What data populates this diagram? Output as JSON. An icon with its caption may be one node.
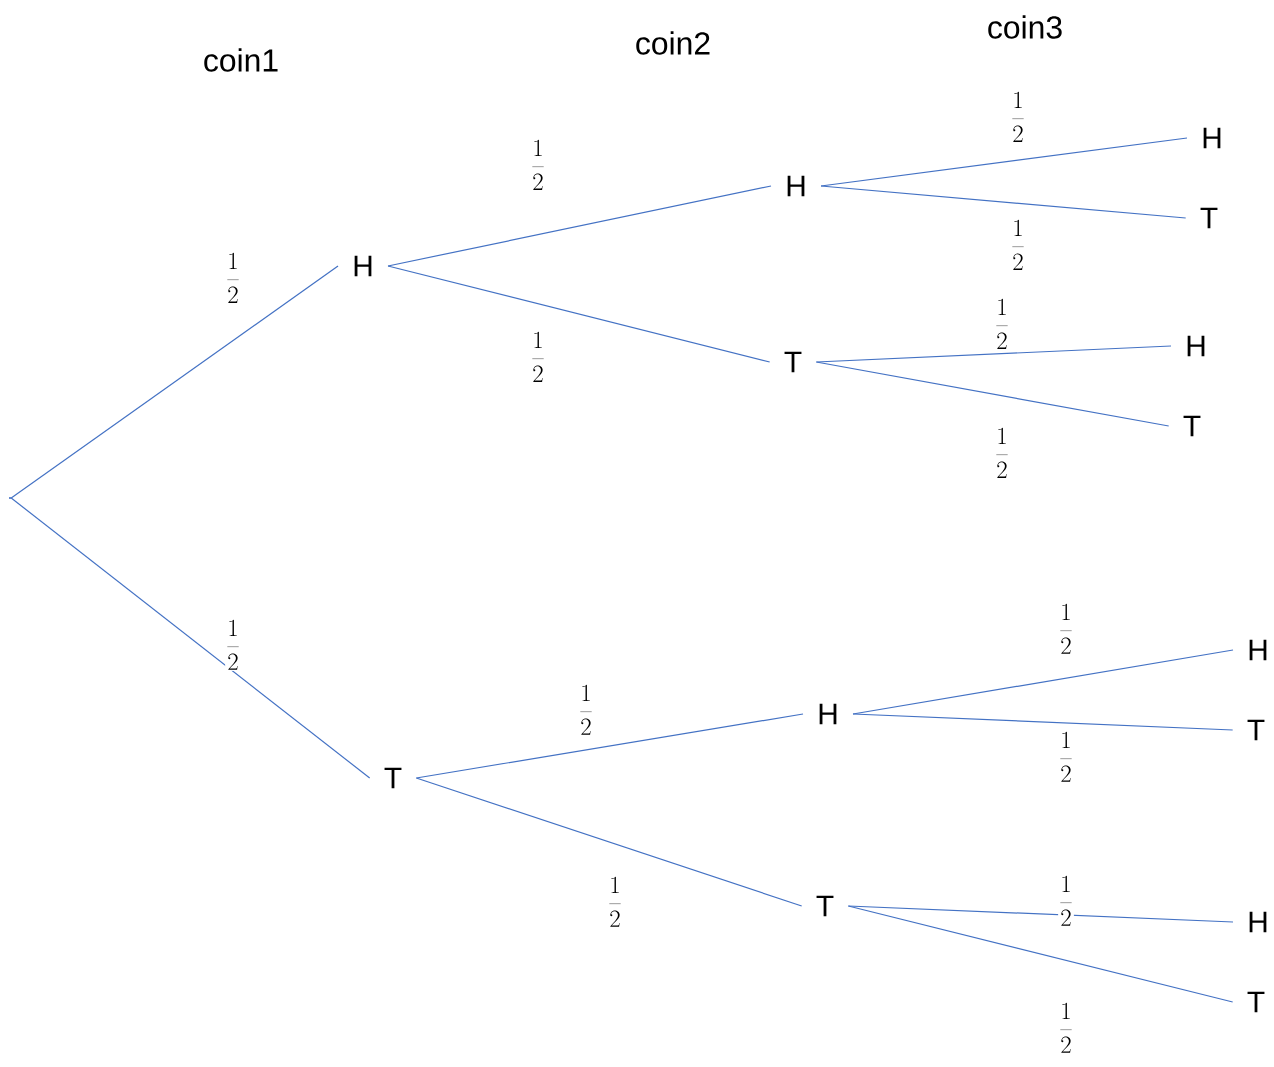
{
  "diagram": {
    "nodes": [
      {
        "text": [],
        "shape": "point"
      },
      {
        "text": [
          "H"
        ]
      },
      {
        "text": [
          "T"
        ]
      },
      {
        "text": [
          "H"
        ]
      },
      {
        "text": [
          "T"
        ]
      },
      {
        "text": [
          "H"
        ]
      },
      {
        "text": [
          "T"
        ]
      },
      {
        "text": [
          "H"
        ]
      },
      {
        "text": [
          "T"
        ]
      },
      {
        "text": [
          "H"
        ]
      },
      {
        "text": [
          "T"
        ]
      },
      {
        "text": [
          "H"
        ]
      },
      {
        "text": [
          "T"
        ]
      },
      {
        "text": [
          "H"
        ]
      },
      {
        "text": [
          "T"
        ]
      }
    ],
    "edges": [
      {
        "from": 0,
        "to": 1,
        "arrow": "none",
        "label": "\\frac{1}{2}"
      },
      {
        "from": 0,
        "to": 2,
        "arrow": "none",
        "label": "\\frac{1}{2}"
      },
      {
        "from": 1,
        "to": 3,
        "arrow": "none",
        "label": "\\frac{1}{2}"
      },
      {
        "from": 1,
        "to": 4,
        "arrow": "none",
        "label": "\\frac{1}{2}"
      },
      {
        "from": 3,
        "to": 7,
        "arrow": "none",
        "label": "\\frac{1}{2}"
      },
      {
        "from": 3,
        "to": 8,
        "arrow": "none",
        "label": "\\frac{1}{2}"
      },
      {
        "from": 4,
        "to": 9,
        "arrow": "none",
        "label": "\\frac{1}{2}"
      },
      {
        "from": 4,
        "to": 10,
        "arrow": "none",
        "label": "\\frac{1}{2}"
      },
      {
        "from": 2,
        "to": 5,
        "arrow": "none",
        "label": "\\frac{1}{2}"
      },
      {
        "from": 2,
        "to": 6,
        "arrow": "none",
        "label": "\\frac{1}{2}"
      },
      {
        "from": 5,
        "to": 11,
        "arrow": "none",
        "label": "\\frac{1}{2}"
      },
      {
        "from": 5,
        "to": 12,
        "arrow": "none",
        "label": "\\frac{1}{2}"
      },
      {
        "from": 6,
        "to": 13,
        "arrow": "none",
        "label": "\\frac{1}{2}"
      },
      {
        "from": 6,
        "to": 14,
        "arrow": "none",
        "label": "\\frac{1}{2}"
      }
    ],
    "labels": [
      "coin1",
      "coin2",
      "coin3"
    ]
  }
}
